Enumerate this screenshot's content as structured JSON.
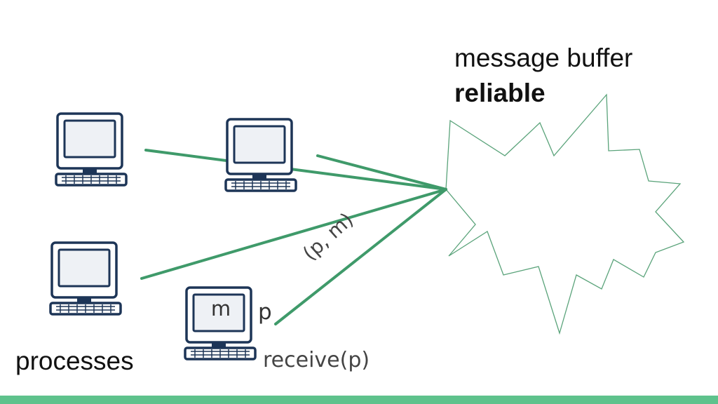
{
  "buffer": {
    "title": "message buffer",
    "qualifier": "reliable"
  },
  "processes_label": "processes",
  "message": {
    "tuple": "(p, m)",
    "content": "m",
    "sender": "p"
  },
  "operation": "receive(p)",
  "colors": {
    "connection": "#3f9a6a",
    "buffer_outline": "#5aa37a",
    "computer_stroke": "#1d3557",
    "screen_fill": "#eef1f5",
    "footer": "#5ec28c"
  }
}
